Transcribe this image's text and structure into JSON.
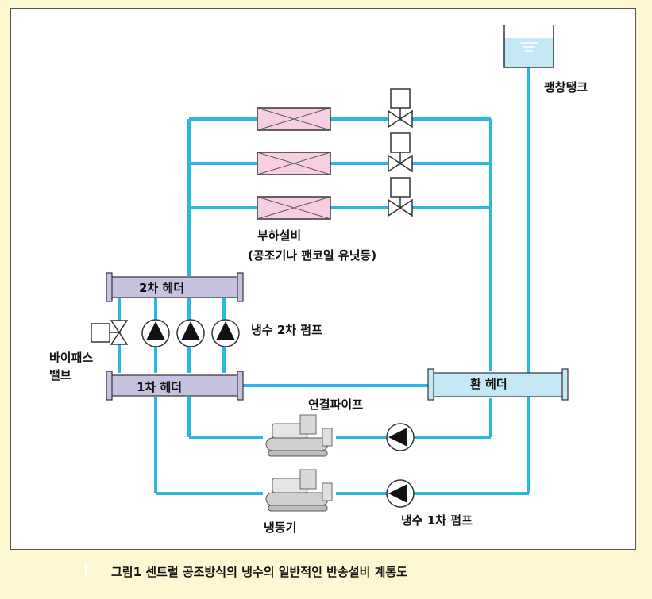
{
  "labels": {
    "expansion_tank": "팽창탱크",
    "load_equipment": "부하설비",
    "load_equipment_detail": "(공조기나 팬코일 유닛등)",
    "secondary_header": "2차 헤더",
    "secondary_pump": "냉수 2차 펌프",
    "bypass_valve_line1": "바이패스",
    "bypass_valve_line2": "밸브",
    "primary_header": "1차 헤더",
    "return_header": "환 헤더",
    "connecting_pipe": "연결파이프",
    "chiller": "냉동기",
    "primary_pump": "냉수 1차 펌프"
  },
  "caption": "그림1 센트럴 공조방식의 냉수의 일반적인 반송설비 계통도",
  "colors": {
    "pipe": "#2cb7e0",
    "header_purple": "#c7c2df",
    "header_blue": "#c4e8f5",
    "coil_pink": "#f6cfe0",
    "background": "#fdf8d2"
  }
}
